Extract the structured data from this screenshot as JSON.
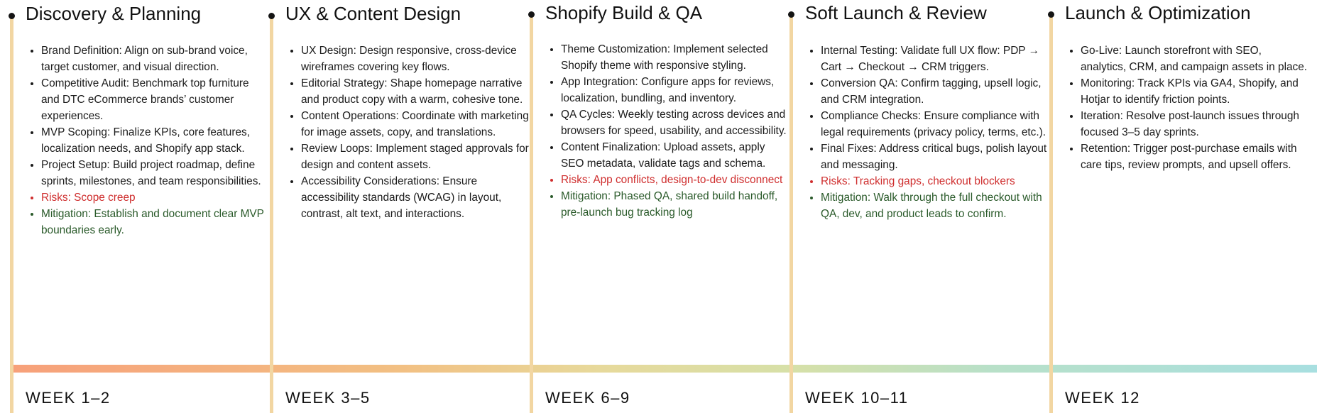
{
  "phases": [
    {
      "title": "Discovery & Planning",
      "week": "WEEK 1–2",
      "items": [
        {
          "text": "Brand Definition: Align on sub-brand voice, target customer, and visual direction.",
          "kind": "normal"
        },
        {
          "text": "Competitive Audit: Benchmark top furniture and DTC eCommerce brands’ customer experiences.",
          "kind": "normal"
        },
        {
          "text": "MVP Scoping: Finalize KPIs, core features, localization needs, and Shopify app stack.",
          "kind": "normal"
        },
        {
          "text": "Project Setup: Build project roadmap, define sprints, milestones, and team responsibilities.",
          "kind": "normal"
        },
        {
          "text": "Risks: Scope creep",
          "kind": "risk"
        },
        {
          "text": "Mitigation: Establish and document clear MVP boundaries early.",
          "kind": "mitigation"
        }
      ]
    },
    {
      "title": "UX  & Content Design",
      "week": "WEEK 3–5",
      "items": [
        {
          "text": "UX Design: Design responsive, cross-device wireframes covering key flows.",
          "kind": "normal"
        },
        {
          "text": "Editorial Strategy: Shape homepage narrative and product copy with a warm, cohesive tone.",
          "kind": "normal"
        },
        {
          "text": "Content Operations: Coordinate with marketing for image assets, copy, and translations.",
          "kind": "normal"
        },
        {
          "text": "Review Loops: Implement staged approvals for design and content assets.",
          "kind": "normal"
        },
        {
          "text": "Accessibility Considerations: Ensure accessibility standards (WCAG) in layout, contrast, alt text, and interactions.",
          "kind": "normal"
        }
      ]
    },
    {
      "title": "Shopify Build & QA",
      "week": "WEEK 6–9",
      "items": [
        {
          "text": "Theme Customization: Implement selected Shopify theme with responsive styling.",
          "kind": "normal"
        },
        {
          "text": "App Integration: Configure apps for reviews, localization, bundling, and inventory.",
          "kind": "normal"
        },
        {
          "text": "QA Cycles: Weekly testing across devices and browsers for speed, usability, and accessibility.",
          "kind": "normal"
        },
        {
          "text": "Content Finalization: Upload assets, apply SEO metadata, validate tags and schema.",
          "kind": "normal"
        },
        {
          "text": "Risks: App conflicts, design-to-dev disconnect",
          "kind": "risk"
        },
        {
          "text": "Mitigation: Phased QA, shared build handoff, pre-launch bug tracking log",
          "kind": "mitigation"
        }
      ]
    },
    {
      "title": "Soft Launch & Review",
      "week": "WEEK 10–11",
      "items": [
        {
          "text": "Internal Testing: Validate full UX flow: PDP → Cart → Checkout → CRM triggers.",
          "kind": "normal"
        },
        {
          "text": "Conversion QA: Confirm tagging, upsell logic, and CRM integration.",
          "kind": "normal"
        },
        {
          "text": "Compliance Checks: Ensure compliance with legal requirements (privacy policy, terms, etc.).",
          "kind": "normal"
        },
        {
          "text": "Final Fixes: Address critical bugs, polish layout and messaging.",
          "kind": "normal"
        },
        {
          "text": "Risks: Tracking gaps, checkout blockers",
          "kind": "risk"
        },
        {
          "text": "Mitigation: Walk through the full checkout with QA, dev, and product leads to confirm.",
          "kind": "mitigation"
        }
      ]
    },
    {
      "title": "Launch & Optimization",
      "week": "WEEK 12",
      "items": [
        {
          "text": "Go-Live: Launch storefront with SEO, analytics, CRM, and campaign assets in place.",
          "kind": "normal"
        },
        {
          "text": "Monitoring: Track KPIs via GA4, Shopify, and Hotjar to identify friction points.",
          "kind": "normal"
        },
        {
          "text": "Iteration: Resolve post-launch issues through focused 3–5 day sprints.",
          "kind": "normal"
        },
        {
          "text": "Retention: Trigger post-purchase emails with care tips, review prompts, and upsell offers.",
          "kind": "normal"
        }
      ]
    }
  ]
}
